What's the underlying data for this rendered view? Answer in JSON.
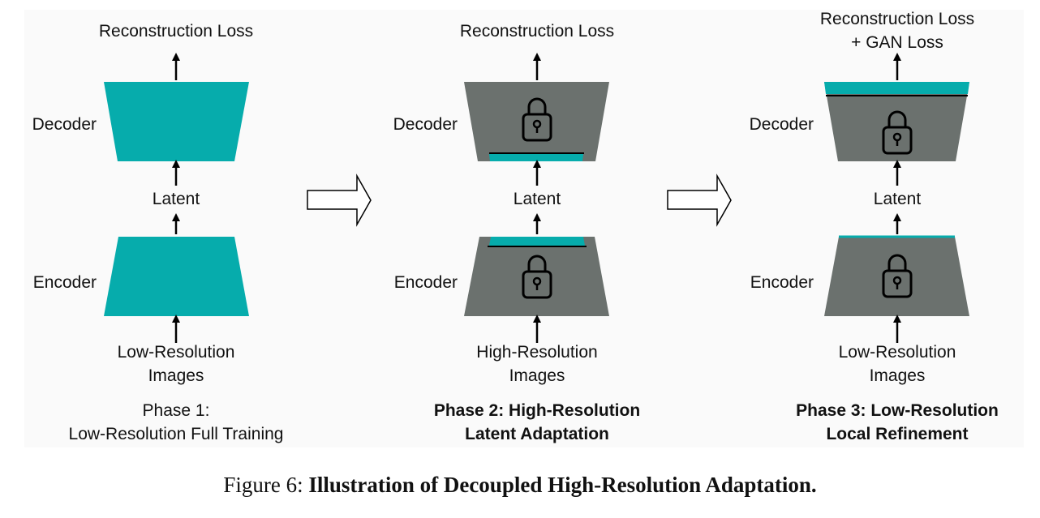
{
  "colors": {
    "trainable": "#06acac",
    "frozen": "#6b716e"
  },
  "phases": [
    {
      "top_loss_line1": "Reconstruction Loss",
      "top_loss_line2": "",
      "decoder_label": "Decoder",
      "latent_label": "Latent",
      "encoder_label": "Encoder",
      "input_line1": "Low-Resolution",
      "input_line2": "Images",
      "title_line1": "Phase 1:",
      "title_line2": "Low-Resolution Full Training"
    },
    {
      "top_loss_line1": "Reconstruction Loss",
      "top_loss_line2": "",
      "decoder_label": "Decoder",
      "latent_label": "Latent",
      "encoder_label": "Encoder",
      "input_line1": "High-Resolution",
      "input_line2": "Images",
      "title_line1": "Phase 2: High-Resolution",
      "title_line2": "Latent Adaptation"
    },
    {
      "top_loss_line1": "Reconstruction Loss",
      "top_loss_line2": "+ GAN Loss",
      "decoder_label": "Decoder",
      "latent_label": "Latent",
      "encoder_label": "Encoder",
      "input_line1": "Low-Resolution",
      "input_line2": "Images",
      "title_line1": "Phase 3: Low-Resolution",
      "title_line2": "Local Refinement"
    }
  ],
  "caption": {
    "prefix": "Figure 6: ",
    "title": "Illustration of Decoupled High-Resolution Adaptation."
  }
}
